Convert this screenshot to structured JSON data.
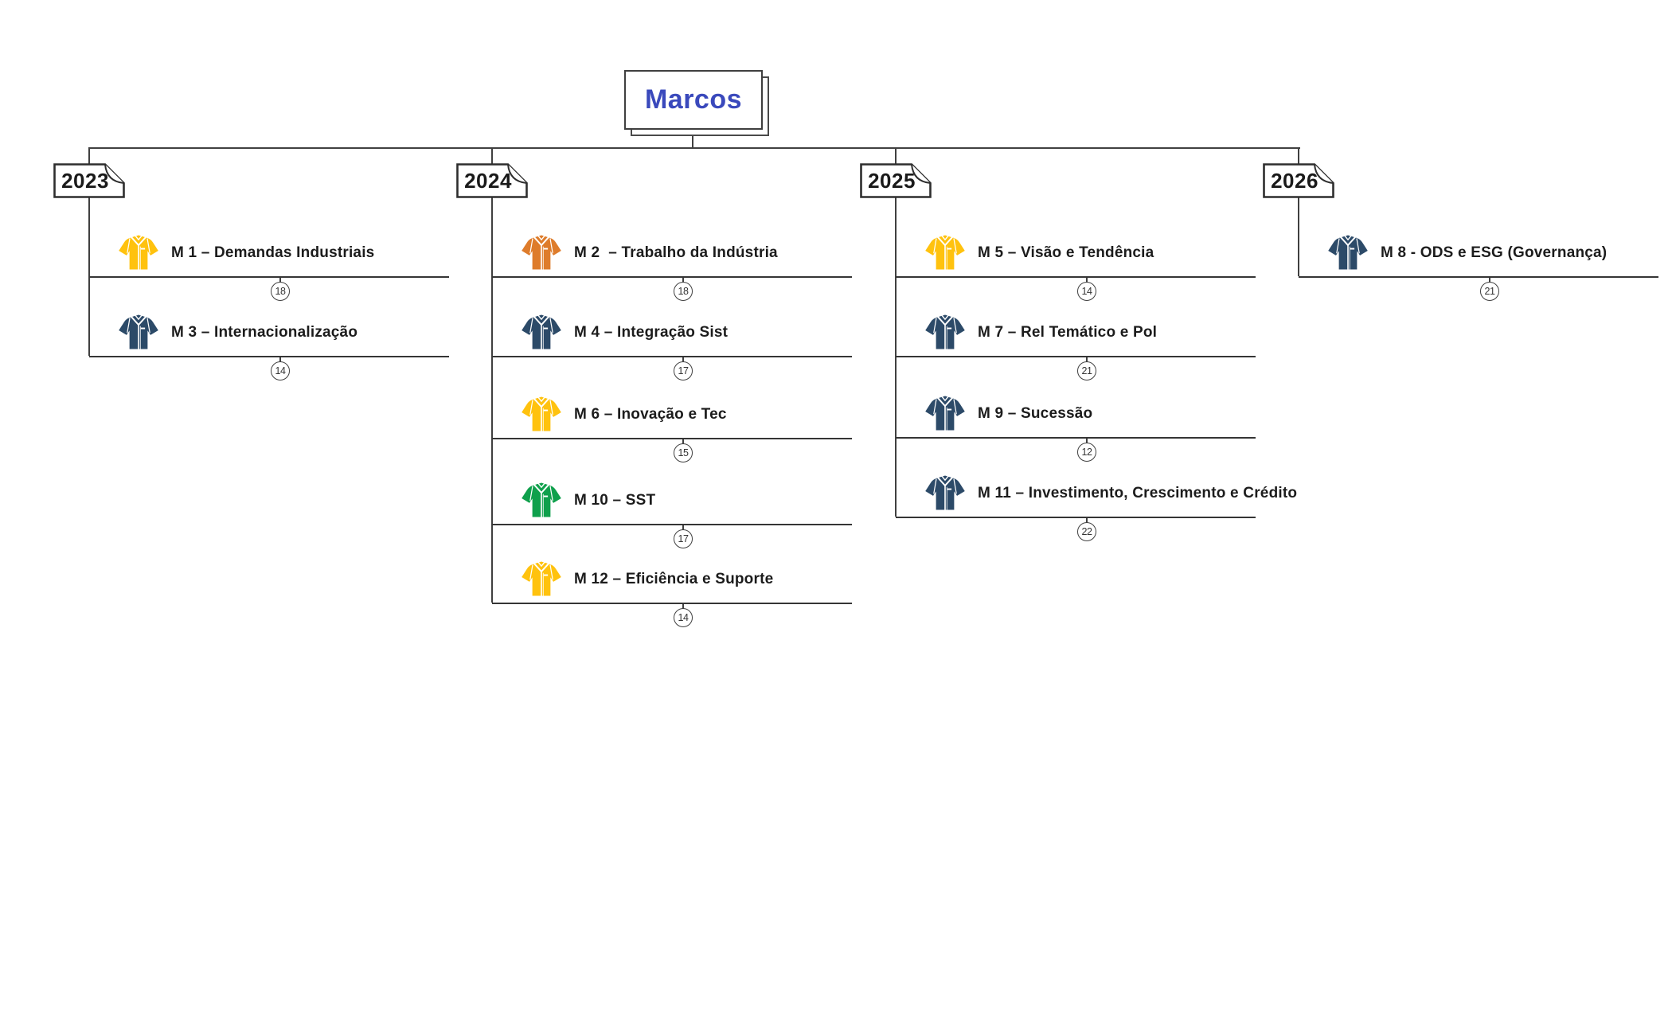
{
  "title": "Marcos",
  "colors": {
    "title_blue": "#3A49BC",
    "line": "#404040",
    "yellow": "#FFC20E",
    "orange": "#DE7C2B",
    "navy": "#2C4A68",
    "green": "#0FA04C"
  },
  "columns": [
    {
      "year": "2023",
      "items": [
        {
          "label": "M 1 – Demandas Industriais",
          "icon": "shirt-icon",
          "color": "#FFC20E",
          "badge": "18"
        },
        {
          "label": "M 3 – Internacionalização",
          "icon": "shirt-icon",
          "color": "#2C4A68",
          "badge": "14"
        }
      ]
    },
    {
      "year": "2024",
      "items": [
        {
          "label": "M 2  – Trabalho da Indústria",
          "icon": "shirt-icon",
          "color": "#DE7C2B",
          "badge": "18"
        },
        {
          "label": "M 4 – Integração Sist",
          "icon": "shirt-icon",
          "color": "#2C4A68",
          "badge": "17"
        },
        {
          "label": "M 6 – Inovação e Tec",
          "icon": "shirt-icon",
          "color": "#FFC20E",
          "badge": "15"
        },
        {
          "label": "M 10 – SST",
          "icon": "shirt-icon",
          "color": "#0FA04C",
          "badge": "17"
        },
        {
          "label": "M 12 – Eficiência e Suporte",
          "icon": "shirt-icon",
          "color": "#FFC20E",
          "badge": "14"
        }
      ]
    },
    {
      "year": "2025",
      "items": [
        {
          "label": "M 5 – Visão e Tendência",
          "icon": "shirt-icon",
          "color": "#FFC20E",
          "badge": "14"
        },
        {
          "label": "M 7 – Rel Temático e Pol",
          "icon": "shirt-icon",
          "color": "#2C4A68",
          "badge": "21"
        },
        {
          "label": "M 9 – Sucessão",
          "icon": "shirt-icon",
          "color": "#2C4A68",
          "badge": "12"
        },
        {
          "label": "M 11 – Investimento, Crescimento e Crédito",
          "icon": "shirt-icon",
          "color": "#2C4A68",
          "badge": "22"
        }
      ]
    },
    {
      "year": "2026",
      "items": [
        {
          "label": "M 8 - ODS e ESG (Governança)",
          "icon": "shirt-icon",
          "color": "#2C4A68",
          "badge": "21"
        }
      ]
    }
  ]
}
